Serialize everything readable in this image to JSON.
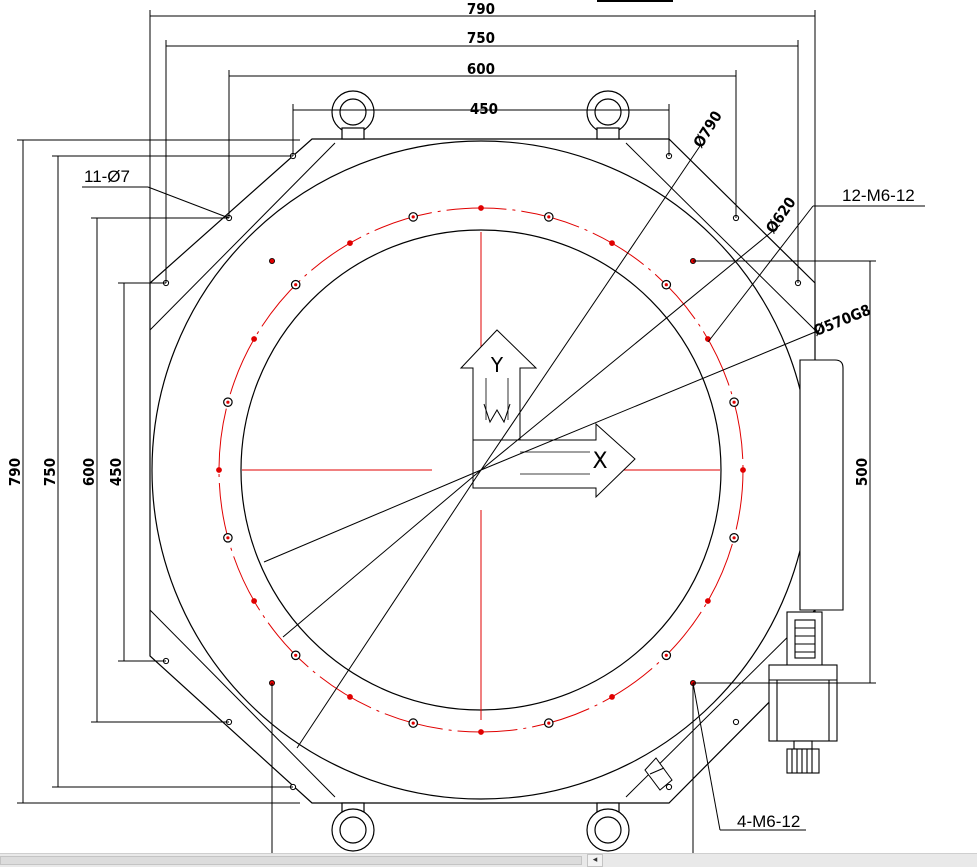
{
  "drawing": {
    "dimensions": {
      "top_790": "790",
      "top_750": "750",
      "top_600": "600",
      "top_450": "450",
      "left_790": "790",
      "left_750": "750",
      "left_600": "600",
      "left_450": "450",
      "right_500": "500",
      "dia_790": "Ø790",
      "dia_620": "Ø620",
      "dia_570": "Ø570G8"
    },
    "callouts": {
      "holes_through": "11-Ø7",
      "thread_12": "12-M6-12",
      "thread_4": "4-M6-12"
    },
    "axes": {
      "y": "Y",
      "x": "X"
    },
    "colors": {
      "line": "#000000",
      "center": "#e00000"
    }
  },
  "scrollbar": {
    "arrow_glyph": "◂"
  }
}
